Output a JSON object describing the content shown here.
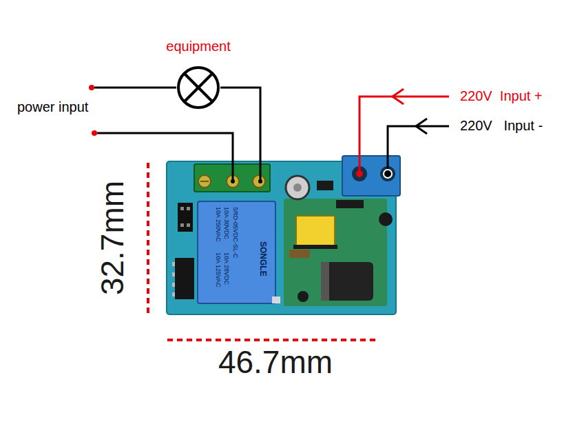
{
  "diagram": {
    "nodes": [
      {
        "text": [
          "equipment"
        ]
      }
    ],
    "labels": [
      "power input",
      "220V  Input +",
      "220V   Input -",
      "32.7mm",
      "46.7mm",
      "10A 250VAC",
      "10A 125VAC",
      "10A 30VDC",
      "10A 28VDC",
      "SRD-05VDC-SL-C",
      "SONGLE"
    ]
  }
}
